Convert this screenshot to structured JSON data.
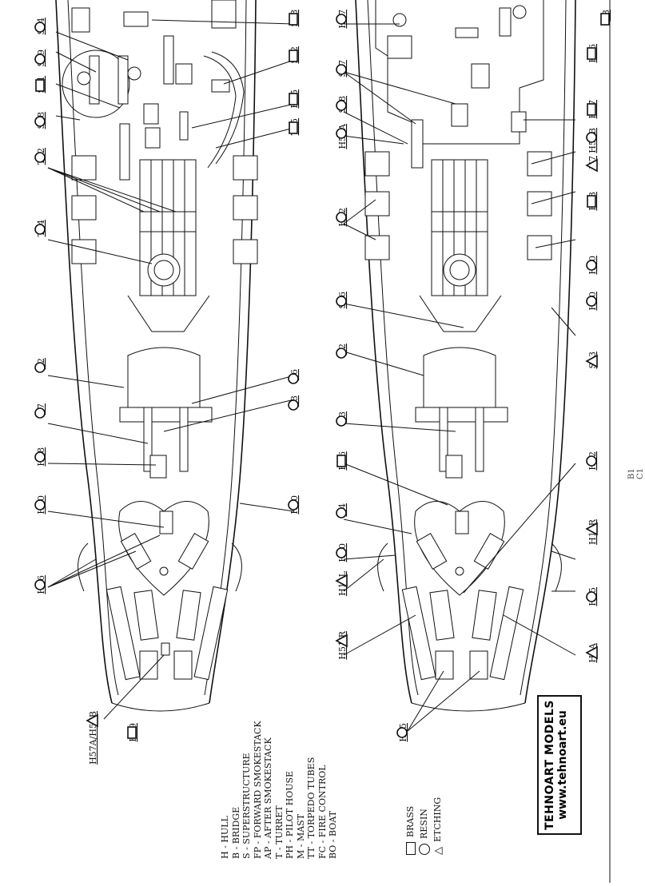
{
  "labels_top": [
    {
      "id": "S38",
      "sym": "square"
    },
    {
      "id": "S42",
      "sym": "square"
    },
    {
      "id": "H55",
      "sym": "square"
    },
    {
      "id": "T15",
      "sym": "square"
    },
    {
      "id": "S24",
      "sym": "circle"
    },
    {
      "id": "S49",
      "sym": "circle"
    },
    {
      "id": "S41",
      "sym": "square"
    },
    {
      "id": "S18",
      "sym": "circle"
    },
    {
      "id": "T12",
      "sym": "circle"
    },
    {
      "id": "T14",
      "sym": "circle"
    },
    {
      "id": "T2",
      "sym": "circle"
    },
    {
      "id": "T6",
      "sym": "circle"
    },
    {
      "id": "T3",
      "sym": "circle"
    },
    {
      "id": "T7",
      "sym": "circle"
    },
    {
      "id": "H38",
      "sym": "circle"
    },
    {
      "id": "H40",
      "sym": "circle"
    },
    {
      "id": "H60",
      "sym": "circle"
    },
    {
      "id": "H36",
      "sym": "circle"
    },
    {
      "id": "H57A/H57B",
      "sym": "triangle"
    },
    {
      "id": "H29",
      "sym": "square"
    }
  ],
  "labels_bottom": [
    {
      "id": "H37",
      "sym": "circle"
    },
    {
      "id": "S3",
      "sym": "square"
    },
    {
      "id": "H36",
      "sym": "square"
    },
    {
      "id": "S27",
      "sym": "circle"
    },
    {
      "id": "S28",
      "sym": "circle"
    },
    {
      "id": "H37",
      "sym": "square"
    },
    {
      "id": "H58A",
      "sym": "circle"
    },
    {
      "id": "H58B",
      "sym": "circle"
    },
    {
      "id": "H7",
      "sym": "triangle"
    },
    {
      "id": "H52",
      "sym": "circle"
    },
    {
      "id": "H53",
      "sym": "square"
    },
    {
      "id": "H50",
      "sym": "circle"
    },
    {
      "id": "S26",
      "sym": "circle"
    },
    {
      "id": "H60",
      "sym": "circle"
    },
    {
      "id": "S13",
      "sym": "triangle"
    },
    {
      "id": "T2",
      "sym": "circle"
    },
    {
      "id": "T3",
      "sym": "circle"
    },
    {
      "id": "H56",
      "sym": "square"
    },
    {
      "id": "H42",
      "sym": "circle"
    },
    {
      "id": "H4",
      "sym": "circle"
    },
    {
      "id": "H50",
      "sym": "circle"
    },
    {
      "id": "H13R",
      "sym": "triangle"
    },
    {
      "id": "H13L",
      "sym": "triangle"
    },
    {
      "id": "H55",
      "sym": "circle"
    },
    {
      "id": "H51/R",
      "sym": "triangle"
    },
    {
      "id": "H6A",
      "sym": "triangle"
    },
    {
      "id": "H35",
      "sym": "circle"
    }
  ],
  "legend_abbrev": [
    "H - HULL",
    "B - BRIDGE",
    "S - SUPERSTRUCTURE",
    "FP - FORWARD SMOKESTACK",
    "AP - AFTER SMOKESTACK",
    "T - TURRET",
    "PH - PILOT HOUSE",
    "M - MAST",
    "TT - TORPEDO TUBES",
    "FC - FIRE CONTROL",
    "BO - BOAT"
  ],
  "legend_material": [
    {
      "sym": "square",
      "text": "BRASS"
    },
    {
      "sym": "circle",
      "text": "RESIN"
    },
    {
      "sym": "triangle",
      "text": "ETCHING"
    }
  ],
  "brand": {
    "name": "TEHNOART MODELS",
    "url": "www.tehnoart.eu"
  },
  "page_code": "B1 C1"
}
